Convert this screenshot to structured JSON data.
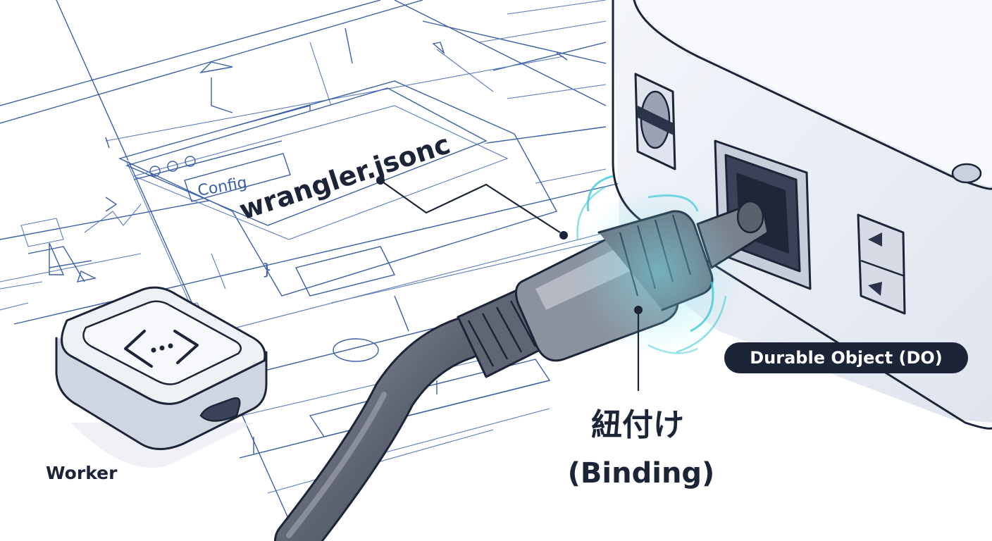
{
  "config_window": {
    "tag_label": "Config",
    "filename": "wrangler.jsonc",
    "brace": "}"
  },
  "worker": {
    "label": "Worker",
    "icon": "code-brackets-icon"
  },
  "durable_object": {
    "label": "Durable Object (DO)"
  },
  "binding": {
    "label_ja": "紐付け",
    "label_en": "(Binding)"
  },
  "colors": {
    "blueprint": "#3a5fa8",
    "ink": "#1c2438",
    "device_face": "#e9edf5",
    "cable": "#6b7280",
    "glow": "#3fc9d8",
    "badge_bg": "#1c2438"
  }
}
